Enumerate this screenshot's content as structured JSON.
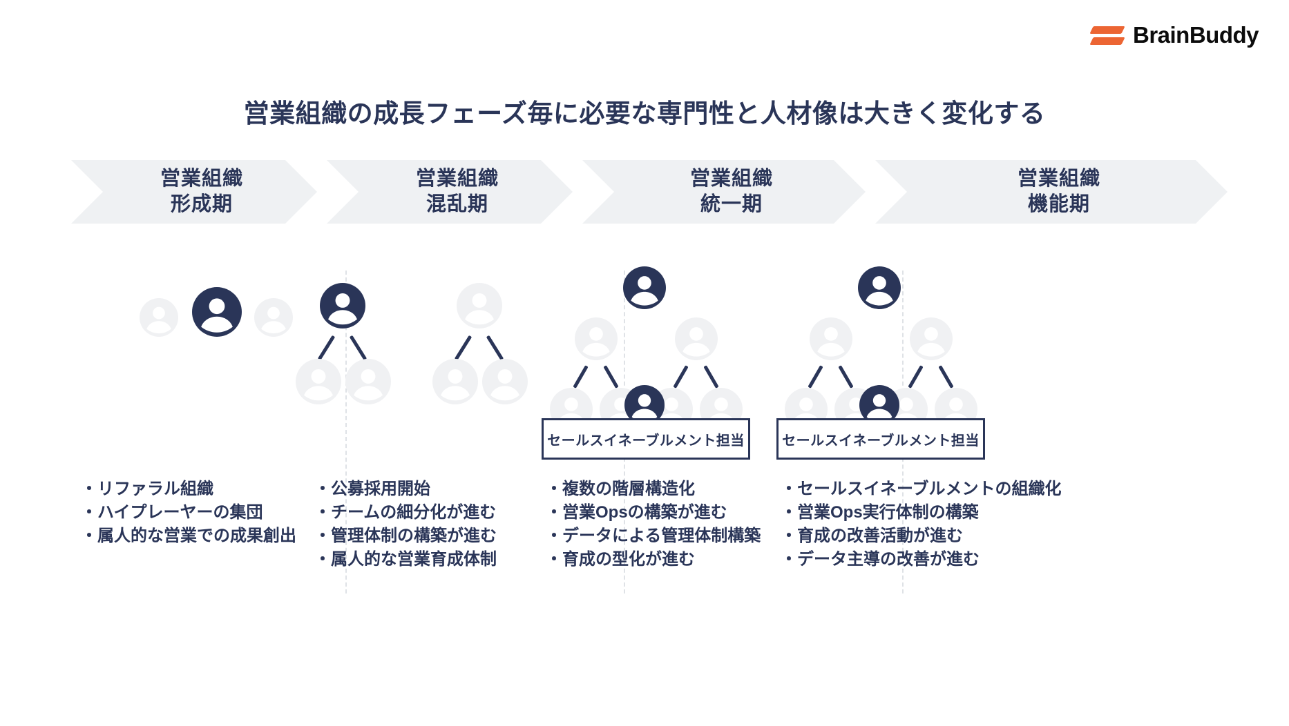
{
  "brand": {
    "name": "BrainBuddy",
    "logo_icon": "brainbuddy-slash-logo",
    "accent_color": "#EC6533",
    "text_color": "#0c0c0c"
  },
  "title": "営業組織の成長フェーズ毎に必要な専門性と人材像は大きく変化する",
  "theme": {
    "navy": "#2A3558",
    "banner_bg": "#EFF1F3",
    "muted_avatar": "#F0F1F3",
    "divider": "#DFE2E6",
    "background": "#FFFFFF"
  },
  "phases": [
    {
      "id": "formation",
      "banner_line1": "営業組織",
      "banner_line2": "形成期",
      "badge": null,
      "bullets": [
        "・リファラル組織",
        "・ハイプレーヤーの集団",
        "・属人的な営業での成果創出"
      ]
    },
    {
      "id": "chaos",
      "banner_line1": "営業組織",
      "banner_line2": "混乱期",
      "badge": null,
      "bullets": [
        "・公募採用開始",
        "・チームの細分化が進む",
        "・管理体制の構築が進む",
        "・属人的な営業育成体制"
      ]
    },
    {
      "id": "unification",
      "banner_line1": "営業組織",
      "banner_line2": "統一期",
      "badge": "セールスイネーブルメント担当",
      "bullets": [
        "・複数の階層構造化",
        "・営業Opsの構築が進む",
        "・データによる管理体制構築",
        "・育成の型化が進む"
      ]
    },
    {
      "id": "functioning",
      "banner_line1": "営業組織",
      "banner_line2": "機能期",
      "badge": "セールスイネーブルメント担当",
      "bullets": [
        "・セールスイネーブルメントの組織化",
        "・営業Ops実行体制の構築",
        "・育成の改善活動が進む",
        "・データ主導の改善が進む"
      ]
    }
  ]
}
